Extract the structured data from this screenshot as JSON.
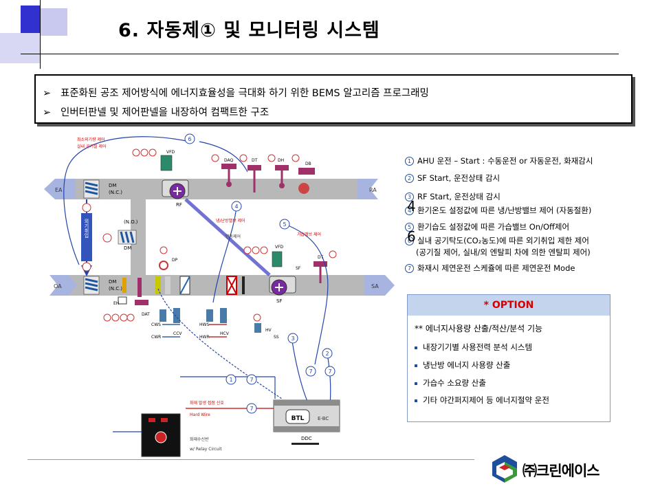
{
  "title": "6. 자동제① 및 모니터링 시스템",
  "features": [
    "표준화된 공조 제어방식에 에너지효율성을 극대화 하기 위한 BEMS 알고리즘 프로그래밍",
    "인버터판넬 및 제어판넬을 내장하여 컴팩트한 구조"
  ],
  "bullet_marker": "➢",
  "steps": [
    {
      "num": "1",
      "text": "AHU 운전 – Start : 수동운전 or 자동운전, 화재감시"
    },
    {
      "num": "2",
      "text": "SF Start, 운전상태 감시"
    },
    {
      "num": "3",
      "text": "RF Start, 운전상태 감시"
    },
    {
      "num": "4",
      "text": "환기온도 설정값에 따른 냉/난방밸브 제어 (자동절환)"
    },
    {
      "num": "5",
      "text": "환기습도 설정값에 따른 가습밸브 On/Off제어"
    },
    {
      "num": "6",
      "text": "실내 공기탁도(CO₂농도)에 따른 외기취입 제한 제어"
    },
    {
      "num": "",
      "text": "(공기질 제어, 실내/외 엔탈피 차에 의한 엔탈피 제어)"
    },
    {
      "num": "7",
      "text": "화재시 제연운전 스케쥴에 따른 제연운전 Mode"
    }
  ],
  "overlay_digits": [
    "4",
    "6"
  ],
  "option": {
    "header": "* OPTION",
    "subtitle": "** 에너지사용량 산출/적산/분석 기능",
    "items": [
      "내장기기별 사용전력 분석 시스템",
      "냉난방 에너지 사용량  산출",
      "가습수 소요량 산출",
      "기타 야간퍼지제어 등 에너지절약 운전"
    ]
  },
  "diagram": {
    "duct_labels": {
      "ea": "EA",
      "ra": "RA",
      "oa": "OA",
      "sa": "SA"
    },
    "components": {
      "dm_top": "DM",
      "dm_top_sub": "(N.C.)",
      "dm_mid_sub": "(N.O.)",
      "dm_mid": "DM",
      "dm_bot": "DM",
      "dm_bot_sub": "(N.C.)",
      "rf": "RF",
      "sf_top": "SF",
      "sf": "SF",
      "vfd1": "VFD",
      "vfd2": "VFD",
      "daq": "DAQ",
      "dt1": "DT",
      "dh": "DH",
      "db": "DB",
      "dp": "DP",
      "dat": "DAT",
      "dt2": "DT",
      "eh": "EH",
      "ccv": "CCV",
      "hcv": "HCV",
      "hv": "HV",
      "ss": "SS",
      "cws": "CWS",
      "cwr": "CWR",
      "hws": "HWS",
      "hwr": "HWR",
      "ddc": "DDC",
      "btl": "BTL",
      "ebc": "E-BC"
    },
    "red_notes": {
      "top1": "최소외기량 제어",
      "top2": "실내 공기질 제어",
      "mid1": "냉/난방밸브 제어",
      "mid2": "가습밸브 제어",
      "mid3": "연동제어",
      "fire1": "화재 발생 접점 신호",
      "fire2": "Hard Wire",
      "fire3": "화재수신반",
      "fire4": "w/ Relay Circuit"
    },
    "vertical_label": "외기취입",
    "callouts": [
      "6",
      "4",
      "5",
      "3",
      "2",
      "7",
      "7",
      "1",
      "7",
      "7"
    ]
  },
  "logo": {
    "text": "㈜크린에이스",
    "colors": {
      "green": "#3a9a3a",
      "blue": "#1f4e9c",
      "red": "#cc2222"
    }
  },
  "colors": {
    "duct": "#b8b8b8",
    "duct_arrow": "#a8b4e0",
    "signal_line": "#2244aa",
    "note_red": "#d40000",
    "accent_purple": "#3333cc"
  }
}
